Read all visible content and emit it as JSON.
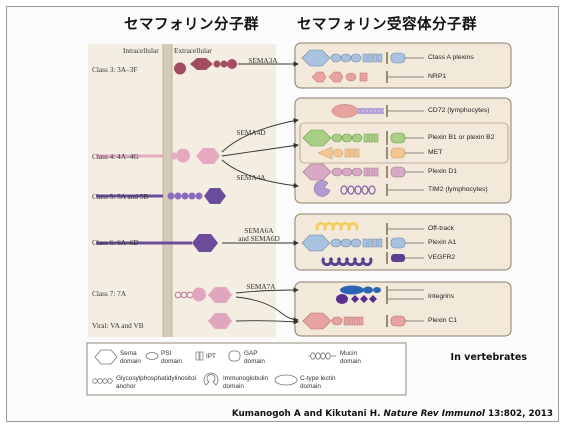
{
  "titles": {
    "left": "セマフォリン分子群",
    "right": "セマフォリン受容体分子群"
  },
  "membrane": {
    "intracellular": "Intracellular",
    "extracellular": "Extracellular"
  },
  "classes": [
    "Class 3: 3A–3F",
    "Class 4: 4A–4G",
    "Class 5: 5A and 5B",
    "Class 6: 6A–6D",
    "Class 7: 7A",
    "Viral: VA and VB"
  ],
  "arrows": {
    "sema3a": "SEMA3A",
    "sema4d": "SEMA4D",
    "sema4a": "SEMA4A",
    "sema6a_line1": "SEMA6A",
    "sema6a_line2": "and SEMA6D",
    "sema7a": "SEMA7A"
  },
  "receptors": {
    "class_a_plexins": "Class A plexins",
    "nrp1": "NRP1",
    "cd72": "CD72 (lymphocytes)",
    "plexin_b": "Plexin B1 or plexin B2",
    "met": "MET",
    "plexin_d1": "Plexin D1",
    "tim2": "TIM2 (lymphocytes)",
    "off_track": "Off-track",
    "plexin_a1": "Plexin A1",
    "vegfr2": "VEGFR2",
    "integrins": "Integrins",
    "plexin_c1": "Plexin C1"
  },
  "legend": {
    "sema_1": "Sema",
    "sema_2": "domain",
    "psi_1": "PSI",
    "psi_2": "domain",
    "ipt": "IPT",
    "gap_1": "GAP",
    "gap_2": "domain",
    "mucin_1": "Mucin",
    "mucin_2": "domain",
    "gpi_1": "Glycosylphosphatidylinositol",
    "gpi_2": "anchor",
    "ig_1": "Immunoglobulin",
    "ig_2": "domain",
    "ctype_1": "C-type lectin",
    "ctype_2": "domain"
  },
  "species_note": "In vertebrates",
  "citation": {
    "authors": "Kumanogoh A  and Kikutani H. ",
    "journal": "Nature Rev Immunol",
    "ref": " 13:802, 2013"
  },
  "colors": {
    "box_fill": "#f3e9db",
    "box_stroke": "#8c7d6a",
    "membrane": "#d6cbb8",
    "sema3a": "#a34b5f",
    "sema4": "#e6a9c0",
    "sema5": "#6a4c9c",
    "sema6": "#6c4c9b",
    "sema7": "#e0a5bf",
    "plexin_blue": "#a9c2e0",
    "cd72": "#e8a3a0",
    "met_orange": "#f3c793",
    "offtrack_yellow": "#f6cd62",
    "integrin_blue": "#2a65b4",
    "integrin_purple": "#5a2f8e",
    "plexin_green": "#a8cf85"
  }
}
